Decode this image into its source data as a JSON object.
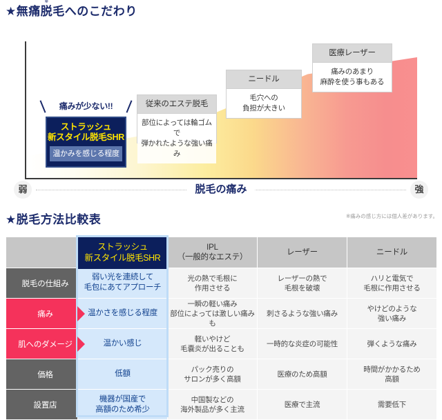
{
  "sections": {
    "pain_chart_title": "★無痛脱毛へのこだわり",
    "pain_chart_title_ruby": "※",
    "table_title": "★脱毛方法比較表"
  },
  "pain_chart": {
    "highlight": {
      "banner": "痛みが少ない!!",
      "name_line1": "ストラッシュ",
      "name_line2": "新スタイル脱毛SHR",
      "sub": "温かみを感じる程度"
    },
    "callouts": [
      {
        "id": "salon",
        "head": "従来のエステ脱毛",
        "body_line1": "部位によっては輪ゴムで",
        "body_line2": "弾かれたような強い痛み"
      },
      {
        "id": "needle",
        "head": "ニードル",
        "body_line1": "毛穴への",
        "body_line2": "負担が大きい"
      },
      {
        "id": "medical",
        "head": "医療レーザー",
        "body_line1": "痛みのあまり",
        "body_line2": "麻酔を使う事もある"
      }
    ],
    "axis": {
      "weak": "弱",
      "strong": "強",
      "center_label": "脱毛の痛み"
    },
    "footnote": "※痛みの感じ方には個人差があります。",
    "colors": {
      "navy": "#0c1f5c",
      "yellow": "#ffe400",
      "ramp_start": "#ffffff",
      "ramp_mid": "#fced9f",
      "ramp_end": "#f68e8e"
    }
  },
  "chart_data": {
    "type": "area",
    "title": "脱毛の痛み",
    "xlabel": "脱毛の痛み",
    "ylabel": "",
    "x_axis_low": "弱",
    "x_axis_high": "強",
    "categories": [
      "ストラッシュ 新スタイル脱毛SHR",
      "従来のエステ脱毛",
      "ニードル",
      "医療レーザー"
    ],
    "values": [
      1,
      2,
      3,
      4
    ],
    "value_meaning": "relative pain level, 1 = weakest, 4 = strongest",
    "grid": false,
    "legend": "none",
    "annotations": [
      "痛みが少ない!!",
      "温かみを感じる程度",
      "部位によっては輪ゴムで弾かれたような強い痛み",
      "毛穴への負担が大きい",
      "痛みのあまり麻酔を使う事もある"
    ],
    "note": "※痛みの感じ方には個人差があります。"
  },
  "table": {
    "headers": {
      "blank": "",
      "strash_line1": "ストラッシュ",
      "strash_line2": "新スタイル脱毛SHR",
      "ipl_line1": "IPL",
      "ipl_line2": "（一般的なエステ）",
      "laser": "レーザー",
      "needle": "ニードル"
    },
    "rows": [
      {
        "label": "脱毛の仕組み",
        "accent": false,
        "strash_line1": "弱い光を連続して",
        "strash_line2": "毛包にあてアプローチ",
        "ipl_line1": "光の熱で毛根に",
        "ipl_line2": "作用させる",
        "laser_line1": "レーザーの熱で",
        "laser_line2": "毛根を破壊",
        "needle_line1": "ハリと電気で",
        "needle_line2": "毛根に作用させる"
      },
      {
        "label": "痛み",
        "accent": true,
        "strash_line1": "温かさを感じる程度",
        "strash_line2": "",
        "ipl_line1": "一瞬の軽い痛み",
        "ipl_line2": "部位によっては激しい痛みも",
        "laser_line1": "刺さるような強い痛み",
        "laser_line2": "",
        "needle_line1": "やけどのような",
        "needle_line2": "強い痛み"
      },
      {
        "label": "肌へのダメージ",
        "accent": true,
        "strash_line1": "温かい感じ",
        "strash_line2": "",
        "ipl_line1": "軽いやけど",
        "ipl_line2": "毛嚢炎が出ることも",
        "laser_line1": "一時的な炎症の可能性",
        "laser_line2": "",
        "needle_line1": "弾くような痛み",
        "needle_line2": ""
      },
      {
        "label": "価格",
        "accent": false,
        "strash_line1": "低額",
        "strash_line2": "",
        "ipl_line1": "パック売りの",
        "ipl_line2": "サロンが多く高額",
        "laser_line1": "医療のため高額",
        "laser_line2": "",
        "needle_line1": "時間がかかるため",
        "needle_line2": "高額"
      },
      {
        "label": "設置店",
        "accent": false,
        "strash_line1": "機器が国産で",
        "strash_line2": "高額のため希少",
        "ipl_line1": "中国製などの",
        "ipl_line2": "海外製品が多く主流",
        "laser_line1": "医療で主流",
        "laser_line2": "",
        "needle_line1": "需要低下",
        "needle_line2": ""
      }
    ],
    "colors": {
      "header_gray": "#c6c6c6",
      "label_gray": "#636363",
      "label_accent": "#f5325b",
      "strash_navy": "#0c1f5c",
      "strash_light": "#d5e8fb",
      "strash_text": "#13438f"
    }
  }
}
